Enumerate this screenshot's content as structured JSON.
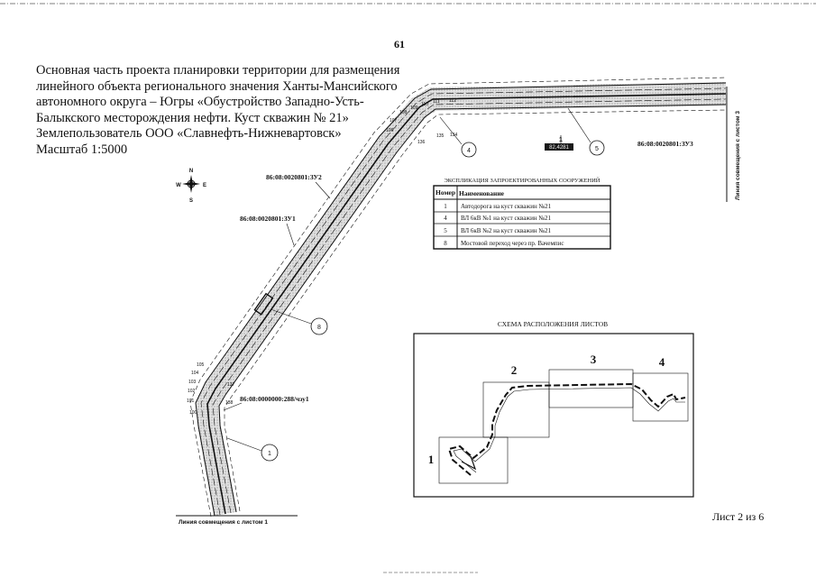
{
  "page_number": "61",
  "title_lines": [
    "Основная часть проекта планировки территории для размещения",
    "линейного объекта регионального значения Ханты-Мансийского",
    "автономного округа – Югры «Обустройство Западно-Усть-",
    "Балыкского месторождения нефти. Куст скважин № 21»",
    "Землепользователь ООО «Славнефть-Нижневартовск»",
    "Масштаб 1:5000"
  ],
  "compass": {
    "n": "N",
    "s": "S",
    "w": "W",
    "e": "E"
  },
  "parcels": {
    "zu3": "86:08:0020801:ЗУ3",
    "zu2": "86:08:0020801:ЗУ2",
    "zu1": "86:08:0020801:ЗУ1",
    "chzu1": "86:08:0000000:288/чзу1"
  },
  "highlight_label": "82,4281",
  "highlight_index": "1",
  "callouts": [
    "4",
    "5",
    "8",
    "1"
  ],
  "point_numbers": {
    "left": [
      "105",
      "104",
      "103",
      "102",
      "101",
      "100"
    ],
    "left_inner": [
      "137",
      "138"
    ],
    "top": [
      "106",
      "107",
      "108",
      "109",
      "110",
      "111",
      "112"
    ],
    "top_inner": [
      "136",
      "135",
      "134"
    ]
  },
  "match_lines": {
    "bottom": "Линия совмещения с листом 1",
    "right": "Линия совмещения с листом 3"
  },
  "explication": {
    "title": "ЭКСПЛИКАЦИЯ ЗАПРОЕКТИРОВАННЫХ СООРУЖЕНИЙ",
    "headers": [
      "Номер",
      "Наименование"
    ],
    "rows": [
      {
        "num": "1",
        "name": "Автодорога на куст скважин №21"
      },
      {
        "num": "4",
        "name": "ВЛ 6кВ №1 на куст скважин №21"
      },
      {
        "num": "5",
        "name": "ВЛ 6кВ №2 на куст скважин №21"
      },
      {
        "num": "8",
        "name": "Мостовой переход через пр. Вачемпис"
      }
    ]
  },
  "scheme": {
    "title": "СХЕМА РАСПОЛОЖЕНИЯ ЛИСТОВ",
    "sheet_numbers": [
      "1",
      "2",
      "3",
      "4"
    ]
  },
  "sheet_label": "Лист 2 из 6",
  "colors": {
    "ink": "#111111",
    "band": "#c8c8c8",
    "highlight": "#1a1a1a"
  }
}
